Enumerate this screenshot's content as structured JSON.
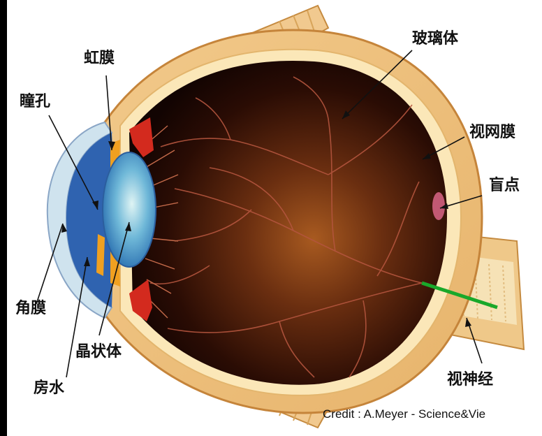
{
  "labels": {
    "iris": "虹膜",
    "pupil": "瞳孔",
    "vitreous_body": "玻璃体",
    "retina": "视网膜",
    "blind_spot": "盲点",
    "cornea": "角膜",
    "lens": "晶状体",
    "aqueous_humor": "房水",
    "optic_nerve": "视神经"
  },
  "credit": "Credit : A.Meyer - Science&Vie"
}
